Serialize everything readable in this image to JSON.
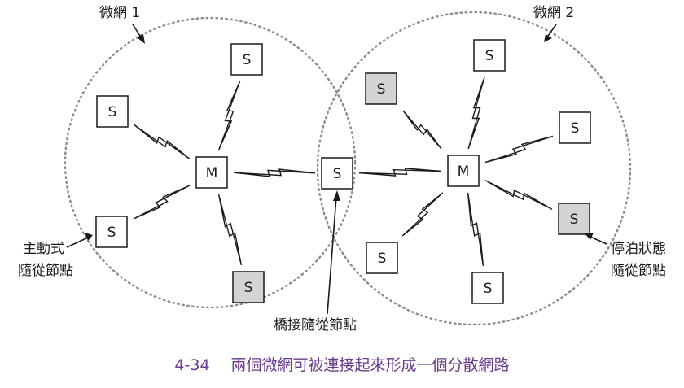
{
  "piconets": {
    "left_label": "微網 1",
    "right_label": "微網 2"
  },
  "node_labels": {
    "master": "M",
    "slave": "S"
  },
  "annotations": {
    "active_slave": [
      "主動式",
      "隨從節點"
    ],
    "bridge_slave": "橋接隨從節點",
    "parked_slave": [
      "停泊狀態",
      "隨從節點"
    ]
  },
  "caption": {
    "number": "4-34",
    "text": "兩個微網可被連接起來形成一個分散網路"
  },
  "colors": {
    "parked_fill": "#d4d4d4",
    "normal_fill": "#ffffff",
    "caption": "#6a3a8c",
    "circle": "#8a8a8a"
  }
}
